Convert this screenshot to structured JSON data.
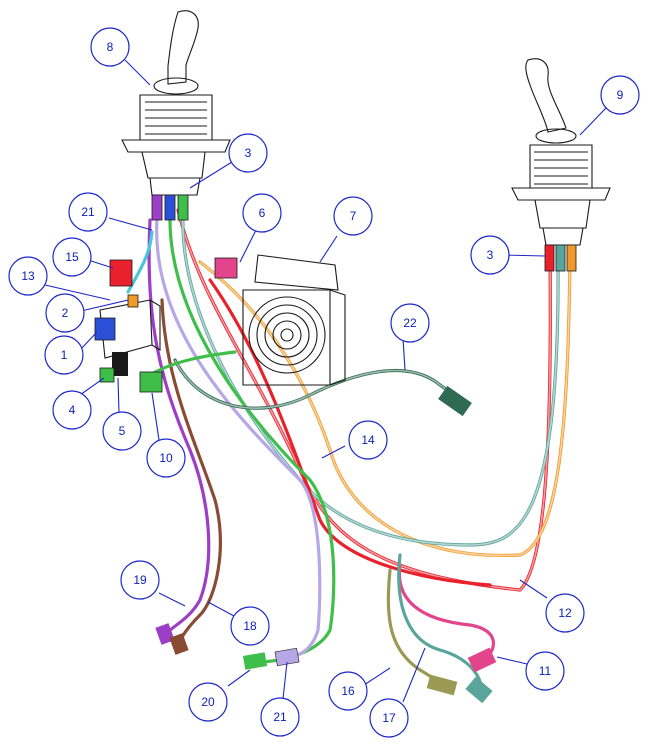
{
  "diagram": {
    "callouts": [
      {
        "id": "8",
        "label": "8"
      },
      {
        "id": "9",
        "label": "9"
      },
      {
        "id": "3a",
        "label": "3"
      },
      {
        "id": "3b",
        "label": "3"
      },
      {
        "id": "21a",
        "label": "21"
      },
      {
        "id": "6",
        "label": "6"
      },
      {
        "id": "7",
        "label": "7"
      },
      {
        "id": "15",
        "label": "15"
      },
      {
        "id": "13",
        "label": "13"
      },
      {
        "id": "2",
        "label": "2"
      },
      {
        "id": "1",
        "label": "1"
      },
      {
        "id": "4",
        "label": "4"
      },
      {
        "id": "5",
        "label": "5"
      },
      {
        "id": "10",
        "label": "10"
      },
      {
        "id": "22",
        "label": "22"
      },
      {
        "id": "14",
        "label": "14"
      },
      {
        "id": "12",
        "label": "12"
      },
      {
        "id": "19",
        "label": "19"
      },
      {
        "id": "18",
        "label": "18"
      },
      {
        "id": "11",
        "label": "11"
      },
      {
        "id": "16",
        "label": "16"
      },
      {
        "id": "17",
        "label": "17"
      },
      {
        "id": "20",
        "label": "20"
      },
      {
        "id": "21b",
        "label": "21"
      }
    ],
    "hose_colors": {
      "red": "#e8212c",
      "orange": "#f09a2a",
      "green": "#3fbf4a",
      "teal": "#5aa59b",
      "dark_green": "#2e6b52",
      "purple": "#9c3fc6",
      "brown": "#8a4b34",
      "lavender": "#b7a7e6",
      "pink": "#e2458c",
      "olive": "#9a9a55",
      "blue": "#2c4fd8",
      "cyan": "#49c7d8"
    },
    "callout_color": "#1d27c9"
  }
}
